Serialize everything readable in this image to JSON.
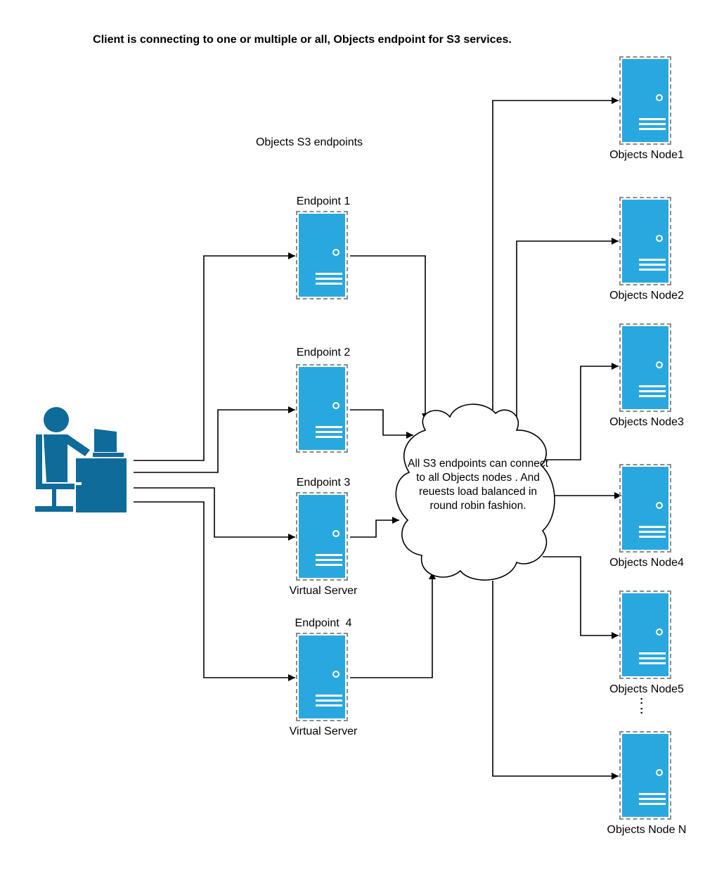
{
  "title": "Client is connecting to one or multiple or all, Objects endpoint for S3 services.",
  "section_label": "Objects S3 endpoints",
  "client": {
    "icon": "user-at-computer-icon"
  },
  "endpoints": [
    {
      "label": "Endpoint 1",
      "sublabel": ""
    },
    {
      "label": "Endpoint 2",
      "sublabel": ""
    },
    {
      "label": "Endpoint 3",
      "sublabel": "Virtual Server"
    },
    {
      "label": "Endpoint  4",
      "sublabel": "Virtual Server"
    }
  ],
  "cloud": {
    "text": "All S3 endpoints  can connect to all Objects nodes . And reuests load balanced in round robin fashion."
  },
  "nodes": [
    {
      "label": "Objects Node1"
    },
    {
      "label": "Objects Node2"
    },
    {
      "label": "Objects Node3"
    },
    {
      "label": "Objects Node4"
    },
    {
      "label": "Objects Node5"
    },
    {
      "label": "Objects Node N"
    }
  ],
  "ellipsis": ":\n:",
  "colors": {
    "server": "#29a8e0",
    "client": "#0f6b99",
    "server_frame": "#8c8c8c"
  }
}
